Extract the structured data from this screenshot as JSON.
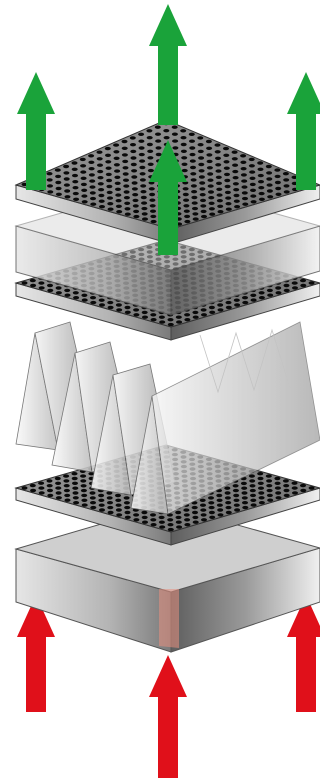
{
  "diagram": {
    "view": "exploded-isometric",
    "background": "#ffffff",
    "layers": [
      {
        "id": "top-perforated-plate",
        "kind": "perforated-plate"
      },
      {
        "id": "upper-solid-block",
        "kind": "solid-block",
        "translucent": true
      },
      {
        "id": "upper-perforated-plate",
        "kind": "perforated-plate"
      },
      {
        "id": "pleated-filter",
        "kind": "pleated-sheet",
        "pleats": 5,
        "translucent": true
      },
      {
        "id": "lower-perforated-plate",
        "kind": "perforated-plate"
      },
      {
        "id": "bottom-solid-block",
        "kind": "solid-block",
        "translucent": false
      }
    ],
    "outflow_arrows": {
      "color": "#1aa33a",
      "count": 4,
      "direction": "up"
    },
    "inflow_arrows": {
      "color": "#e0101a",
      "count": 3,
      "direction": "up"
    },
    "hole_color": "#0a0a0a",
    "plate_face_color": "#8a8a8a"
  }
}
